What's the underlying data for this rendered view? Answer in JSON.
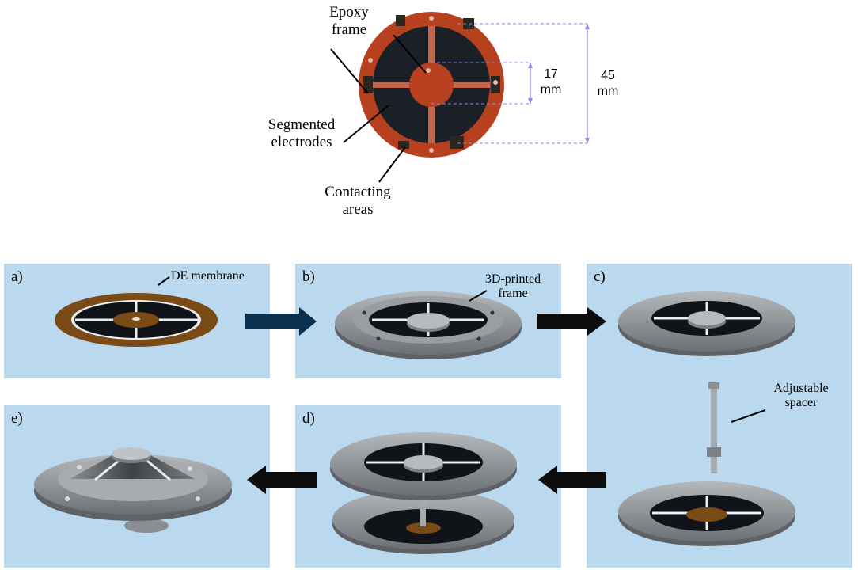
{
  "top": {
    "epoxy_label": [
      "Epoxy",
      "frame"
    ],
    "segmented_label": [
      "Segmented",
      "electrodes"
    ],
    "contacting_label": [
      "Contacting",
      "areas"
    ],
    "dim_inner": [
      "17",
      "mm"
    ],
    "dim_outer": [
      "45",
      "mm"
    ]
  },
  "panels": {
    "a": {
      "tag": "a)",
      "note": "DE membrane"
    },
    "b": {
      "tag": "b)",
      "note": [
        "3D-printed",
        "frame"
      ]
    },
    "c": {
      "tag": "c)",
      "note": [
        "Adjustable",
        "spacer"
      ]
    },
    "d": {
      "tag": "d)"
    },
    "e": {
      "tag": "e)"
    }
  },
  "colors": {
    "panel_bg": "#bad8ee",
    "epoxy": "#b7401f",
    "electrode": "#1b2027",
    "frame_gray": "#8a8e92",
    "arrow": "#0d0d0d"
  }
}
